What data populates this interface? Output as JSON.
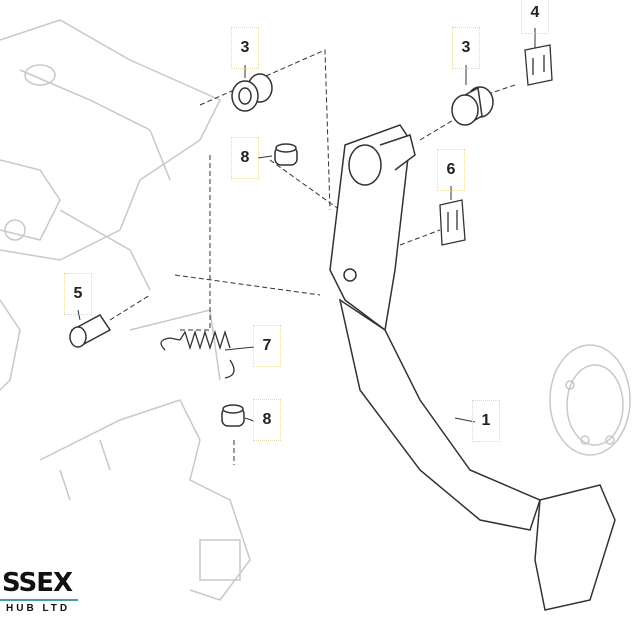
{
  "callouts": [
    {
      "id": "3a",
      "label": "3"
    },
    {
      "id": "3b",
      "label": "3"
    },
    {
      "id": "4",
      "label": "4"
    },
    {
      "id": "8a",
      "label": "8"
    },
    {
      "id": "6",
      "label": "6"
    },
    {
      "id": "5",
      "label": "5"
    },
    {
      "id": "7",
      "label": "7"
    },
    {
      "id": "8b",
      "label": "8"
    },
    {
      "id": "1",
      "label": "1"
    }
  ],
  "logo": {
    "main": "SSEX",
    "sub": "HUB LTD"
  },
  "colors": {
    "line": "#333333",
    "faint": "#c8c8c8",
    "callout_border": "#e3d9a8",
    "logo_accent": "#4a9aa0"
  }
}
